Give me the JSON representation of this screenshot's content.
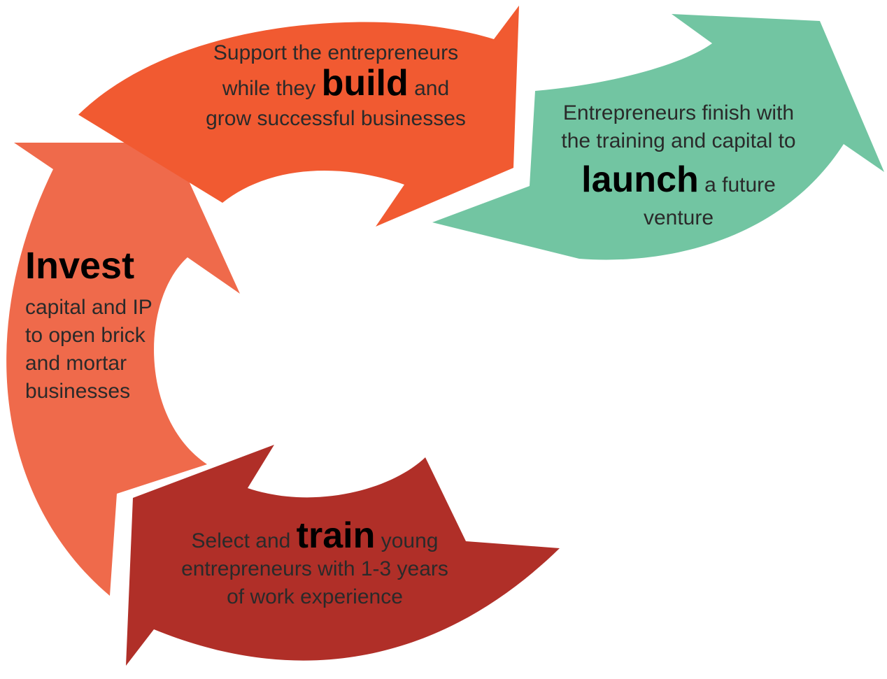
{
  "colors": {
    "invest": "#ef6a4b",
    "build": "#f15a31",
    "train": "#b02f28",
    "launch": "#72c5a2"
  },
  "steps": {
    "build": {
      "line1": "Support the entrepreneurs",
      "pre": "while they",
      "keyword": "build",
      "post": "and",
      "line3": "grow successful businesses"
    },
    "launch": {
      "line1": "Entrepreneurs finish with",
      "line2": "the training and capital to",
      "keyword": "launch",
      "post": "a future",
      "line4": "venture"
    },
    "invest": {
      "keyword": "Invest",
      "line1": "capital and IP",
      "line2": "to open brick",
      "line3": "and mortar",
      "line4": "businesses"
    },
    "train": {
      "pre": "Select and",
      "keyword": "train",
      "post": "young",
      "line2": "entrepreneurs with 1-3 years",
      "line3": "of work experience"
    }
  }
}
